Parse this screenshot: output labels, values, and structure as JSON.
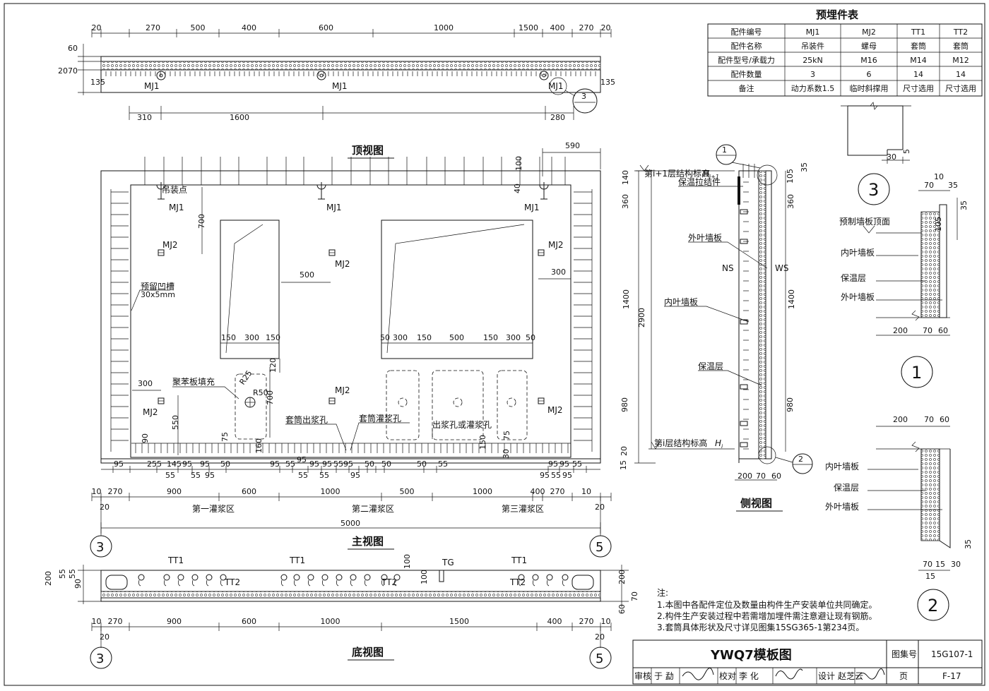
{
  "table": {
    "title": "预埋件表",
    "row_labels": [
      "配件编号",
      "配件名称",
      "配件型号/承载力",
      "配件数量",
      "备注"
    ],
    "columns": [
      {
        "id": "MJ1",
        "values": [
          "MJ1",
          "吊装件",
          "25kN",
          "3",
          "动力系数1.5"
        ]
      },
      {
        "id": "MJ2",
        "values": [
          "MJ2",
          "螺母",
          "M16",
          "6",
          "临时斜撑用"
        ]
      },
      {
        "id": "TT1",
        "values": [
          "TT1",
          "套筒",
          "M14",
          "14",
          "尺寸选用"
        ]
      },
      {
        "id": "TT2",
        "values": [
          "TT2",
          "套筒",
          "M12",
          "14",
          "尺寸选用"
        ]
      }
    ]
  },
  "views": {
    "top": "顶视图",
    "main": "主视图",
    "bottom": "底视图",
    "side": "侧视图"
  },
  "top_view": {
    "dims_top": [
      "20",
      "270",
      "500",
      "400",
      "600",
      "1000",
      "1500",
      "400",
      "270",
      "20"
    ],
    "dims_bottom": [
      "310",
      "1600",
      "280"
    ],
    "dims_left": [
      "20",
      "60",
      "70",
      "135"
    ],
    "dims_right": [
      "135"
    ],
    "labels": [
      "MJ1",
      "MJ1",
      "MJ1"
    ]
  },
  "main_view": {
    "dims_top_right": [
      "590",
      "100",
      "40"
    ],
    "labels": {
      "hoist": "吊装点",
      "mj1": "MJ1",
      "mj2": "MJ2",
      "groove": "预留凹槽",
      "groove_size": "30x5mm",
      "foam": "聚苯板填充",
      "out_hole": "套筒出浆孔",
      "in_hole": "套筒灌浆孔",
      "hole2": "出浆孔或灌浆孔",
      "r25": "R25",
      "r50": "R50"
    },
    "dims_inner": [
      "700",
      "500",
      "300",
      "300",
      "700",
      "550",
      "120",
      "160",
      "75",
      "90",
      "150",
      "30",
      "75"
    ],
    "window_dims_left": [
      "150",
      "300",
      "150"
    ],
    "window_dims_right": [
      "50",
      "300",
      "150",
      "500",
      "150",
      "300",
      "50"
    ],
    "grout_dims": [
      "95",
      "255",
      "145",
      "95",
      "95",
      "50",
      "55",
      "95",
      "55",
      "55",
      "95",
      "95",
      "55",
      "55",
      "95",
      "95",
      "50",
      "50",
      "50",
      "55",
      "95",
      "95",
      "55",
      "95",
      "55",
      "95",
      "55",
      "95",
      "95"
    ],
    "dims_bottom": [
      "10",
      "270",
      "900",
      "600",
      "1000",
      "500",
      "1000",
      "400",
      "270",
      "10"
    ],
    "zone_labels": [
      "第一灌浆区",
      "第二灌浆区",
      "第三灌浆区"
    ],
    "dim_20": "20",
    "total": "5000",
    "axis_left": "3",
    "axis_right": "5"
  },
  "side_view": {
    "floor_top": "第i+1层结构标高",
    "floor_top_sym": "H",
    "floor_top_sub": "i+1",
    "floor_bot": "第i层结构标高",
    "floor_bot_sym": "H",
    "floor_bot_sub": "i",
    "labels": {
      "tie": "保温拉结件",
      "outer": "外叶墙板",
      "inner": "内叶墙板",
      "insul": "保温层",
      "ns": "NS",
      "ws": "WS"
    },
    "dims_left": [
      "140",
      "360",
      "1400",
      "2900",
      "980",
      "20",
      "15"
    ],
    "dims_right": [
      "35",
      "105",
      "360",
      "1400",
      "980"
    ],
    "dims_bottom": [
      "200",
      "70",
      "60"
    ],
    "callout_top": "1",
    "callout_bot": "2"
  },
  "detail1": {
    "num": "1",
    "top_label": "预制墙板顶面",
    "labels": [
      "内叶墙板",
      "保温层",
      "外叶墙板"
    ],
    "dims_top": [
      "10",
      "70",
      "35"
    ],
    "dims_right": [
      "35",
      "105"
    ],
    "dims_bottom": [
      "200",
      "70",
      "60"
    ]
  },
  "detail2": {
    "num": "2",
    "labels": [
      "内叶墙板",
      "保温层",
      "外叶墙板"
    ],
    "dims_top": [
      "200",
      "70",
      "60"
    ],
    "dims_bottom": [
      "70",
      "15",
      "30"
    ],
    "dim_15": "15",
    "dim_right": "35"
  },
  "detail3": {
    "num": "3",
    "dims": [
      "30",
      "5"
    ]
  },
  "bottom_view": {
    "labels": [
      "TT1",
      "TT1",
      "TT1",
      "TT2",
      "TT2",
      "TT2",
      "TG"
    ],
    "dims_left": [
      "200",
      "55",
      "55",
      "90"
    ],
    "dims_right": [
      "200",
      "70",
      "60"
    ],
    "dim_100a": "100",
    "dim_100b": "100",
    "dims_bottom": [
      "10",
      "270",
      "900",
      "600",
      "1000",
      "1500",
      "400",
      "270",
      "10"
    ],
    "dim_20a": "20",
    "dim_20b": "20",
    "axis_left": "3",
    "axis_right": "5"
  },
  "notes": {
    "title": "注:",
    "items": [
      "1.本图中各配件定位及数量由构件生产安装单位共同确定。",
      "2.构件生产安装过程中若需增加埋件需注意避让现有钢筋。",
      "3.套筒具体形状及尺寸详见图集15SG365-1第234页。"
    ]
  },
  "titleblock": {
    "title": "YWQ7模板图",
    "atlas_label": "图集号",
    "atlas_no": "15G107-1",
    "review_label": "审核",
    "review_name": "于 勐",
    "check_label": "校对",
    "check_name": "李 化",
    "design_label": "设计",
    "design_name": "赵芝云",
    "page_label": "页",
    "page_no": "F-17"
  }
}
